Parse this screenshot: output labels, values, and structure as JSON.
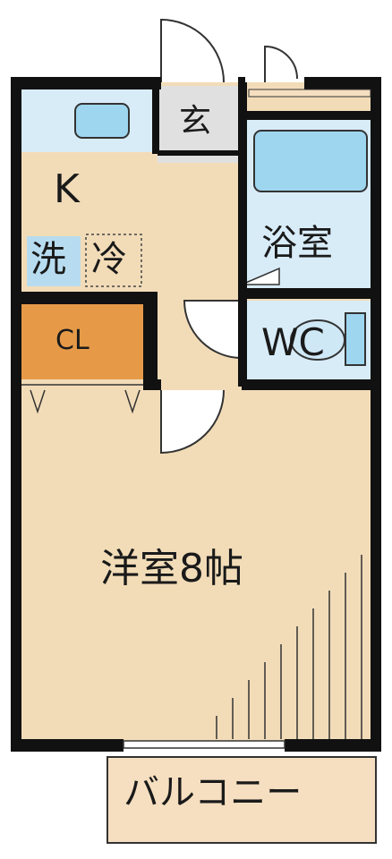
{
  "rooms": {
    "entrance": "玄",
    "kitchen": "K",
    "washer": "洗",
    "fridge": "冷",
    "bathroom": "浴室",
    "closet": "CL",
    "toilet": "WC",
    "western_room": "洋室8帖",
    "balcony": "バルコニー"
  },
  "colors": {
    "wall": "#111111",
    "floor_wood": "#f2dcb8",
    "closet": "#e69a48",
    "wet_area": "#d8ecf8",
    "fixture": "#9fd6ef",
    "entrance": "#e0e0e0",
    "balcony": "#f5dfc0"
  }
}
